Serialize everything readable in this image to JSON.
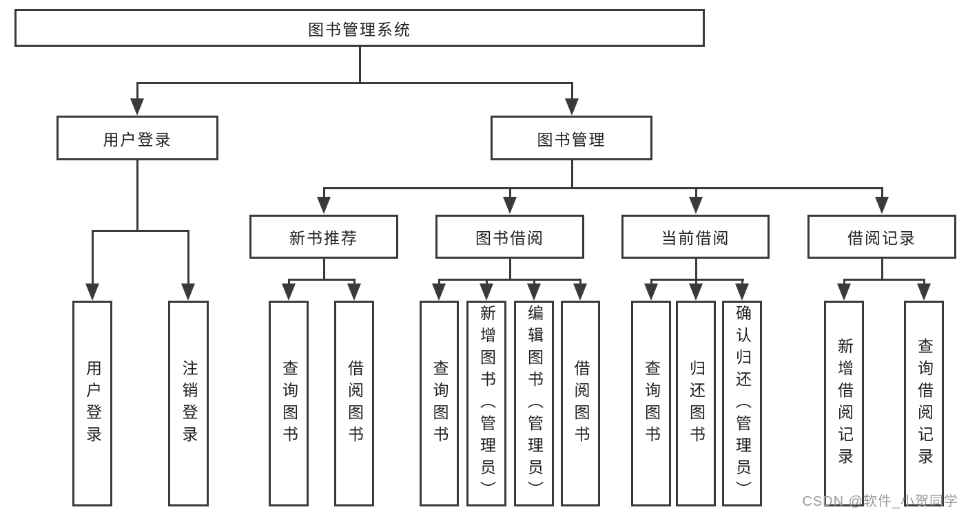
{
  "tree": {
    "root": {
      "label": "图书管理系统"
    },
    "branches": [
      {
        "label": "用户登录",
        "children": [
          {
            "label": "用户登录"
          },
          {
            "label": "注销登录"
          }
        ]
      },
      {
        "label": "图书管理",
        "sections": [
          {
            "label": "新书推荐",
            "children": [
              {
                "label": "查询图书"
              },
              {
                "label": "借阅图书"
              }
            ]
          },
          {
            "label": "图书借阅",
            "children": [
              {
                "label": "查询图书"
              },
              {
                "label": "新增图书（管理员）"
              },
              {
                "label": "编辑图书（管理员）"
              },
              {
                "label": "借阅图书"
              }
            ]
          },
          {
            "label": "当前借阅",
            "children": [
              {
                "label": "查询图书"
              },
              {
                "label": "归还图书"
              },
              {
                "label": "确认归还（管理员）"
              }
            ]
          },
          {
            "label": "借阅记录",
            "children": [
              {
                "label": "新增借阅记录"
              },
              {
                "label": "查询借阅记录"
              }
            ]
          }
        ]
      }
    ]
  },
  "watermark": "CSDN @软件_小贺同学",
  "colors": {
    "line": "#3a3a3a",
    "text": "#1f1f1f",
    "background": "#ffffff",
    "watermark": "#9b9b9b"
  }
}
